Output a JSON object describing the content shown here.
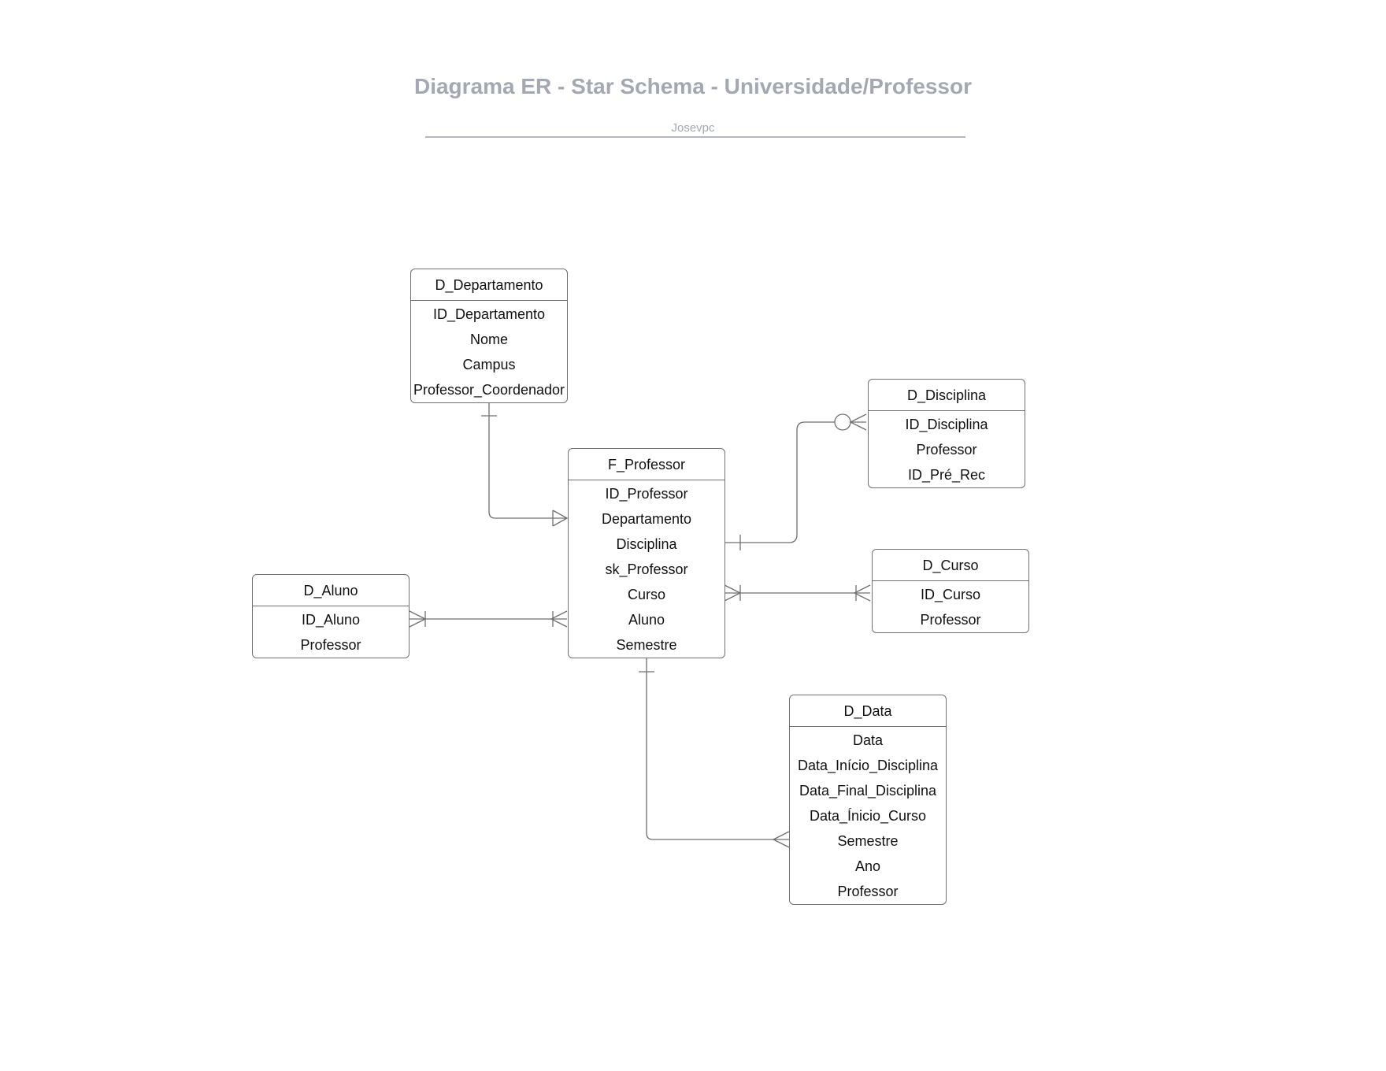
{
  "header": {
    "title": "Diagrama ER - Star Schema - Universidade/Professor",
    "author": "Josevpc"
  },
  "entities": {
    "d_departamento": {
      "name": "D_Departamento",
      "fields": [
        "ID_Departamento",
        "Nome",
        "Campus",
        "Professor_Coordenador"
      ]
    },
    "d_disciplina": {
      "name": "D_Disciplina",
      "fields": [
        "ID_Disciplina",
        "Professor",
        "ID_Pré_Rec"
      ]
    },
    "f_professor": {
      "name": "F_Professor",
      "fields": [
        "ID_Professor",
        "Departamento",
        "Disciplina",
        "sk_Professor",
        "Curso",
        "Aluno",
        "Semestre"
      ]
    },
    "d_curso": {
      "name": "D_Curso",
      "fields": [
        "ID_Curso",
        "Professor"
      ]
    },
    "d_aluno": {
      "name": "D_Aluno",
      "fields": [
        "ID_Aluno",
        "Professor"
      ]
    },
    "d_data": {
      "name": "D_Data",
      "fields": [
        "Data",
        "Data_Início_Disciplina",
        "Data_Final_Disciplina",
        "Data_Ínicio_Curso",
        "Semestre",
        "Ano",
        "Professor"
      ]
    }
  },
  "colors": {
    "title_text": "#a3a8b3",
    "entity_border": "#6f6f6f",
    "connector_line": "#6f6f6f",
    "entity_text": "#111111"
  }
}
